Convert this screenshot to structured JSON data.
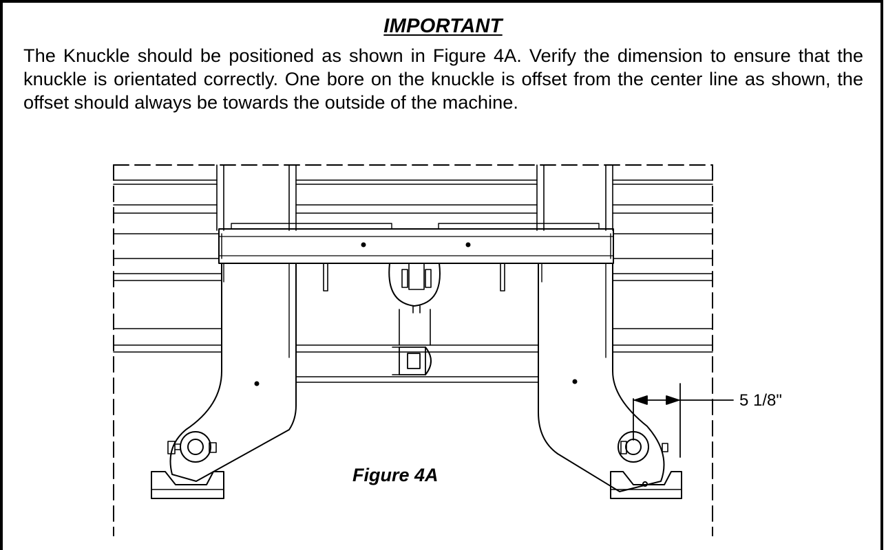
{
  "notice": {
    "heading": "IMPORTANT",
    "body": "The Knuckle should be positioned as shown in Figure 4A.  Verify the dimension to ensure that the knuckle is orientated correctly.  One bore on the knuckle is offset from the center line as shown, the offset should always be towards the outside of the machine."
  },
  "figure": {
    "caption": "Figure 4A",
    "dimension_label": "5 1/8\""
  }
}
